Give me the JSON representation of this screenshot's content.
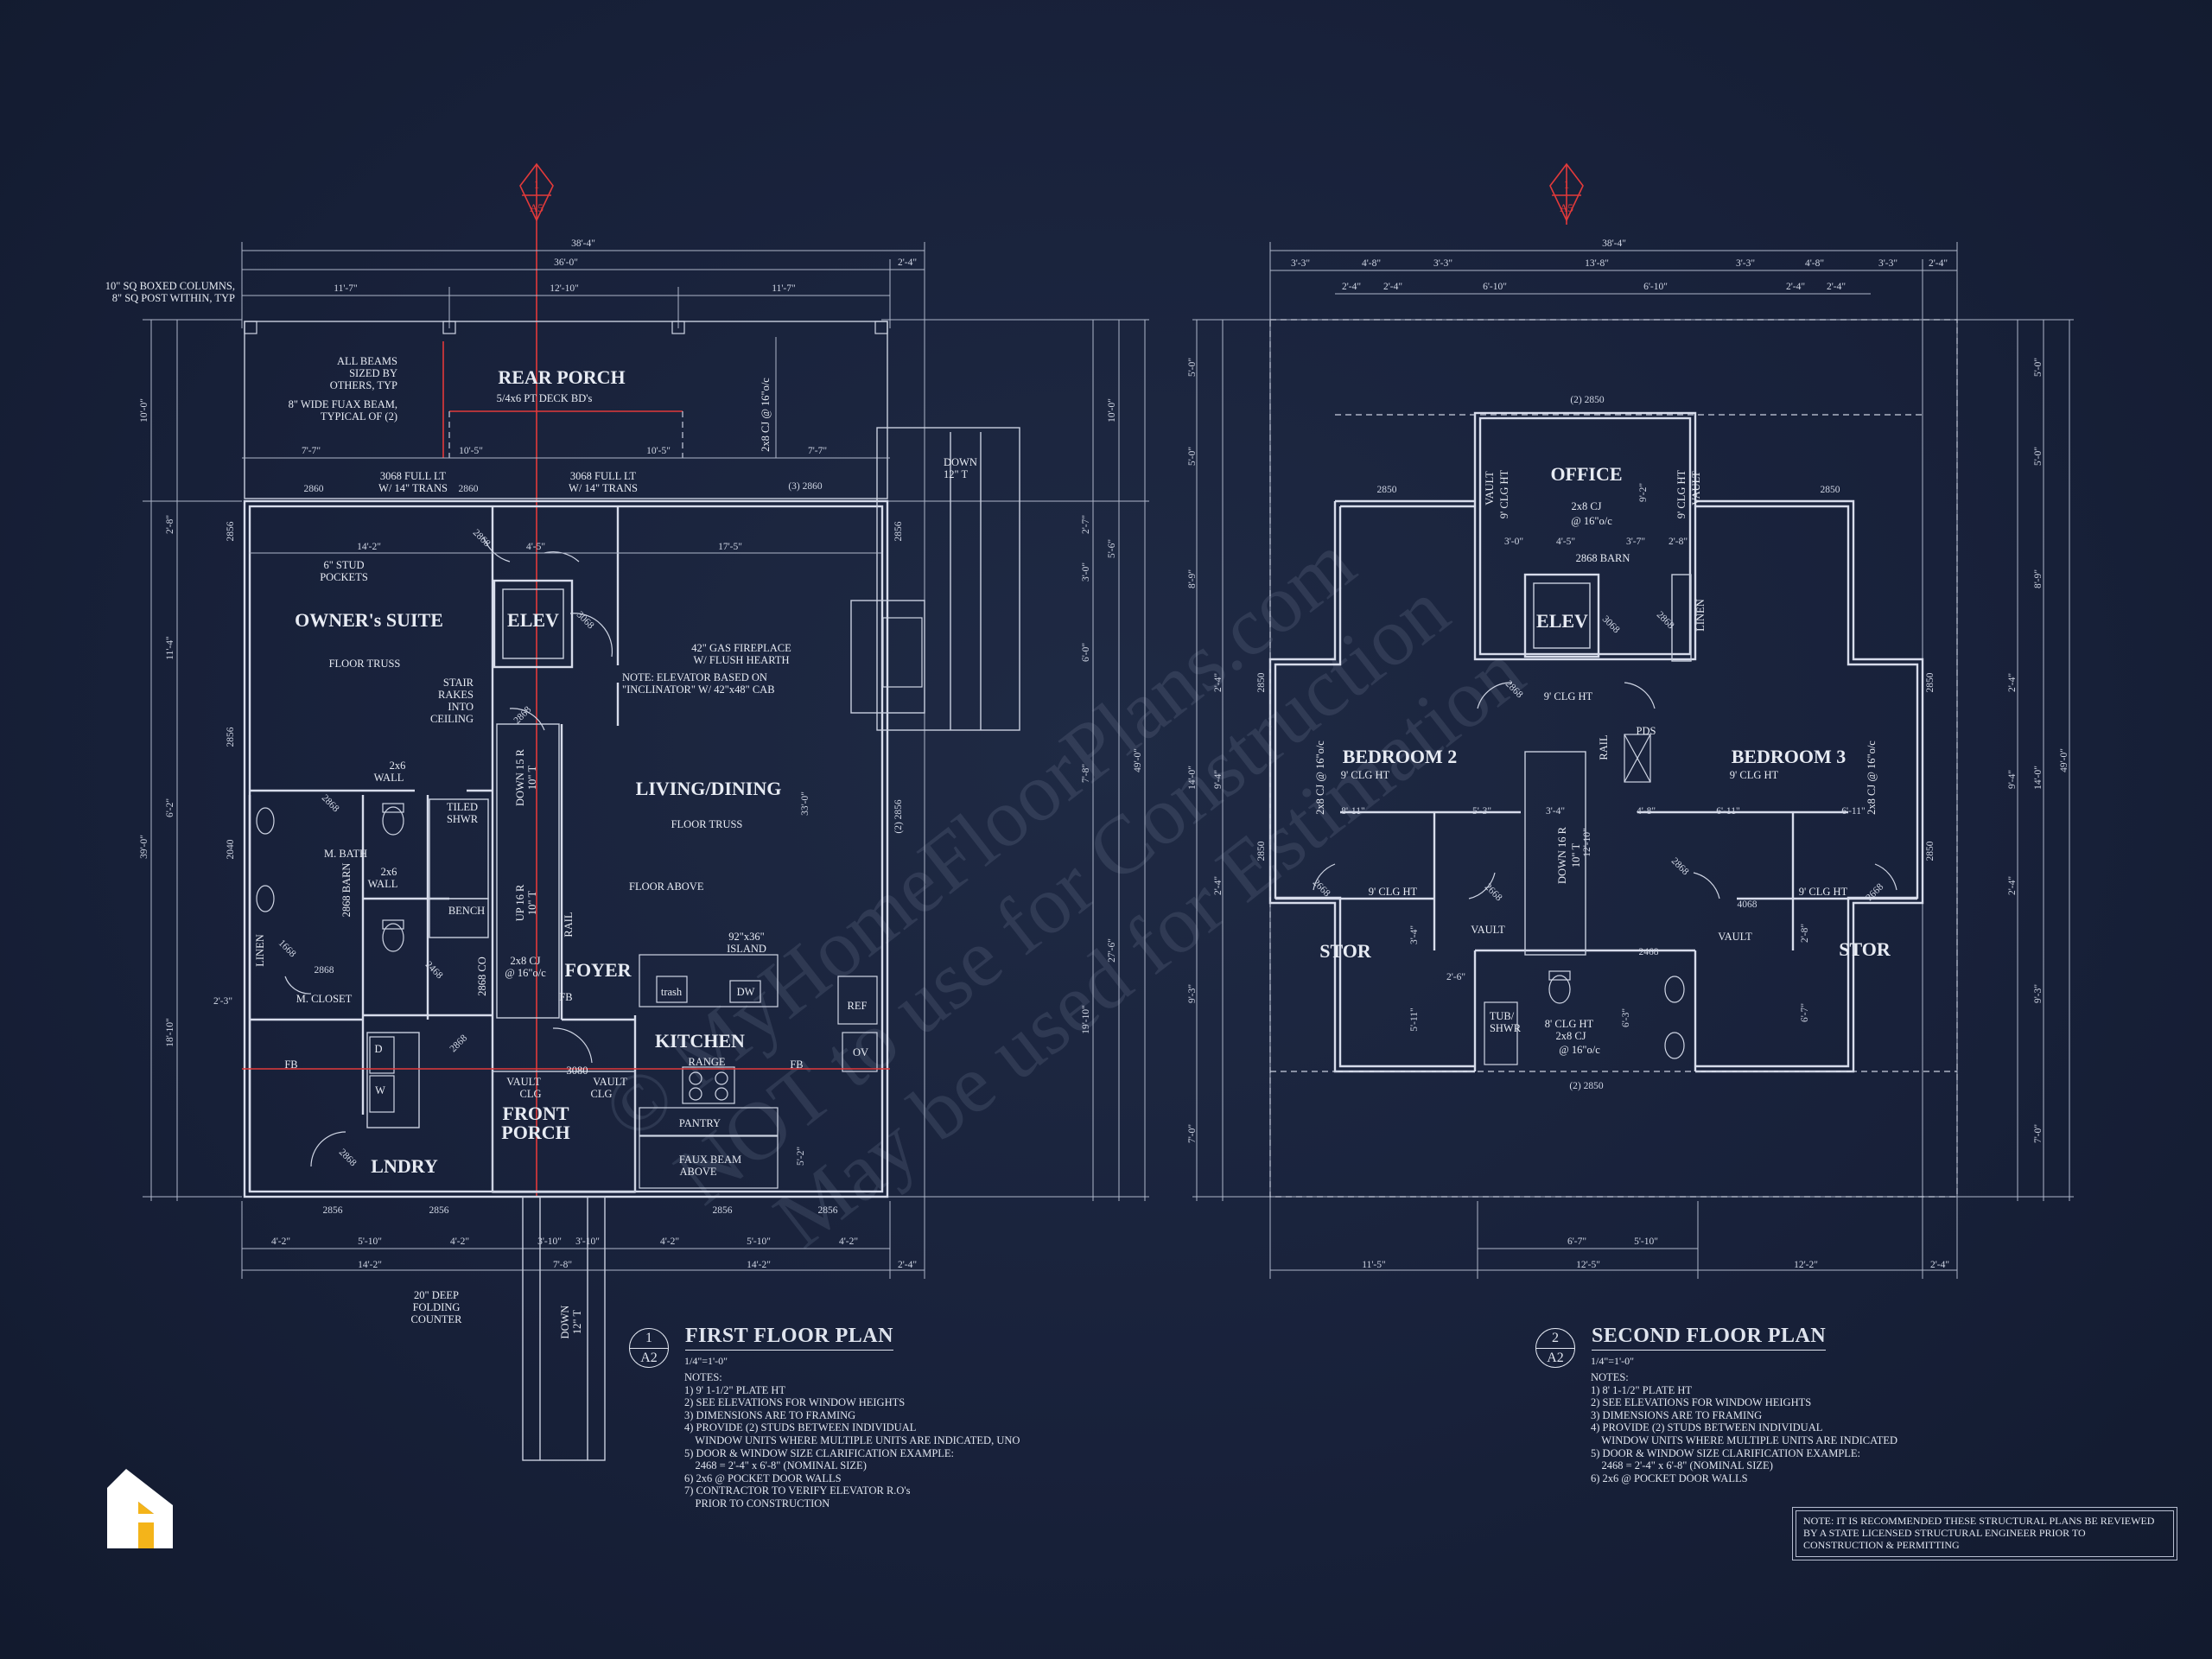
{
  "plans": {
    "first": {
      "section_marker": {
        "num": "1",
        "sheet": "A5"
      },
      "overall_width": "38'-4\"",
      "top_dims": [
        "36'-0\"",
        "2'-4\"",
        "11'-7\"",
        "12'-10\"",
        "11'-7\""
      ],
      "porch_dims": [
        "7'-7\"",
        "10'-5\"",
        "10'-5\"",
        "7'-7\""
      ],
      "bottom_dims_row1": [
        "4'-2\"",
        "5'-10\"",
        "4'-2\"",
        "3'-10\"",
        "3'-10\"",
        "4'-2\"",
        "5'-10\"",
        "4'-2\""
      ],
      "bottom_dims_row2": [
        "14'-2\"",
        "7'-8\"",
        "14'-2\"",
        "2'-4\""
      ],
      "left_dims": [
        "10'-0\"",
        "2'-8\"",
        "11'-4\"",
        "6'-2\"",
        "39'-0\"",
        "18'-10\"",
        "2'-3\""
      ],
      "right_dims": [
        "10'-0\"",
        "2'-7\"",
        "5'-6\"",
        "3'-0\"",
        "6'-0\"",
        "7'-8\"",
        "33'-0\"",
        "49'-0\"",
        "27'-6\"",
        "19'-10\"",
        "5'-2\""
      ],
      "rooms": {
        "rear_porch": "REAR PORCH",
        "owners_suite": "OWNER's SUITE",
        "elev": "ELEV",
        "living": "LIVING/DINING",
        "foyer": "FOYER",
        "kitchen": "KITCHEN",
        "front_porch_1": "FRONT",
        "front_porch_2": "PORCH",
        "lndry": "LNDRY"
      },
      "notes_plan": {
        "columns_1": "10\" SQ BOXED COLUMNS,",
        "columns_2": "8\" SQ POST WITHIN, TYP",
        "beams_1": "ALL BEAMS",
        "beams_2": "SIZED BY",
        "beams_3": "OTHERS, TYP",
        "fuax_1": "8\" WIDE FUAX BEAM,",
        "fuax_2": "TYPICAL OF (2)",
        "deck": "5/4x6 PT DECK BD's",
        "cj_rear": "2x8 CJ @ 16\"o/c",
        "door_3068_1": "3068 FULL LT",
        "door_3068_2": "W/ 14\" TRANS",
        "door_3068b_1": "3068 FULL LT",
        "door_3068b_2": "W/ 14\" TRANS",
        "w2860a": "2860",
        "w2860b": "2860",
        "w2860c": "(3) 2860",
        "down_rear_1": "DOWN",
        "down_rear_2": "12\" T",
        "dim_14_2": "14'-2\"",
        "dim_4_5": "4'-5\"",
        "dim_17_5": "17'-5\"",
        "stud_1": "6\" STUD",
        "stud_2": "POCKETS",
        "floor_truss_a": "FLOOR TRUSS",
        "stair_1": "STAIR",
        "stair_2": "RAKES",
        "stair_3": "INTO",
        "stair_4": "CEILING",
        "fireplace_1": "42\" GAS FIREPLACE",
        "fireplace_2": "W/ FLUSH HEARTH",
        "elev_note_1": "NOTE: ELEVATOR BASED ON",
        "elev_note_2": "\"INCLINATOR\" W/ 42\"x48\" CAB",
        "wall2x6_1": "2x6",
        "wall2x6_2": "WALL",
        "tiled_1": "TILED",
        "tiled_2": "SHWR",
        "mbath": "M. BATH",
        "barn": "2868 BARN",
        "wall2x6b_1": "2x6",
        "wall2x6b_2": "WALL",
        "bench": "BENCH",
        "linen": "LINEN",
        "mcloset": "M. CLOSET",
        "co": "2868 CO",
        "cj_foyer_1": "2x8 CJ",
        "cj_foyer_2": "@ 16\"o/c",
        "floor_truss_b": "FLOOR TRUSS",
        "floor_above": "FLOOR ABOVE",
        "down15_1": "DOWN 15 R",
        "down15_2": "10\" T",
        "up16_1": "UP 16 R",
        "up16_2": "10\" T",
        "rail": "RAIL",
        "island_1": "92\"x36\"",
        "island_2": "ISLAND",
        "trash": "trash",
        "dw": "DW",
        "ref": "REF",
        "ov": "OV",
        "range": "RANGE",
        "pantry": "PANTRY",
        "faux_1": "FAUX BEAM",
        "faux_2": "ABOVE",
        "vault_1": "VAULT",
        "vault_2": "CLG",
        "vault_3": "VAULT",
        "vault_4": "CLG",
        "door_3080": "3080",
        "fb": "FB",
        "fb2": "FB",
        "fb3": "FB",
        "d": "D",
        "w": "W",
        "counter_1": "20\" DEEP",
        "counter_2": "FOLDING",
        "counter_3": "COUNTER",
        "down_front_1": "DOWN",
        "down_front_2": "12\" T",
        "w2856a": "2856",
        "w2856b": "2856",
        "w2856c": "2856",
        "w2856d": "2856",
        "w2856e": "2856",
        "w2856f": "2856",
        "w2856g": "(2) 2856",
        "w2040": "2040",
        "d2868a": "2868",
        "d2868b": "2868",
        "d2868c": "2868",
        "d2868d": "2868",
        "d2868e": "2868",
        "d3068": "3068",
        "d2468": "2468",
        "d1668": "1668",
        "d2868f": "2868"
      }
    },
    "second": {
      "section_marker": {
        "num": "1",
        "sheet": "A5"
      },
      "overall_width": "38'-4\"",
      "top_dims_row1": [
        "3'-3\"",
        "4'-8\"",
        "3'-3\"",
        "13'-8\"",
        "3'-3\"",
        "4'-8\"",
        "3'-3\"",
        "2'-4\""
      ],
      "top_dims_row2": [
        "2'-4\"",
        "2'-4\"",
        "6'-10\"",
        "6'-10\"",
        "2'-4\"",
        "2'-4\""
      ],
      "bottom_dims_row1": [
        "6'-7\"",
        "5'-10\""
      ],
      "bottom_dims_row2": [
        "11'-5\"",
        "12'-5\"",
        "12'-2\"",
        "2'-4\""
      ],
      "left_dims": [
        "5'-0\"",
        "5'-0\"",
        "8'-9\"",
        "2'-4\"",
        "9'-4\"",
        "14'-0\"",
        "2'-4\"",
        "9'-3\"",
        "7'-0\""
      ],
      "right_dims": [
        "5'-0\"",
        "5'-0\"",
        "8'-9\"",
        "2'-4\"",
        "9'-4\"",
        "14'-0\"",
        "49'-0\"",
        "2'-4\"",
        "9'-3\"",
        "7'-0\""
      ],
      "rooms": {
        "office": "OFFICE",
        "elev": "ELEV",
        "bed2": "BEDROOM 2",
        "bed3": "BEDROOM 3",
        "stor_l": "STOR",
        "stor_r": "STOR"
      },
      "notes_plan": {
        "w2850_top": "(2) 2850",
        "w2850a": "2850",
        "w2850b": "2850",
        "w2850c": "2850",
        "w2850d": "2850",
        "w2850e": "2850",
        "w2850f": "2850",
        "w2850_bot": "(2) 2850",
        "cj_office_1": "2x8 CJ",
        "cj_office_2": "@ 16\"o/c",
        "vault_l_1": "VAULT",
        "vault_l_2": "9' CLG HT",
        "vault_r_1": "9' CLG HT",
        "vault_r_2": "VAULT",
        "dim_9_2": "9'-2\"",
        "dim_3_0": "3'-0\"",
        "dim_4_5": "4'-5\"",
        "dim_3_7": "3'-7\"",
        "dim_2_8": "2'-8\"",
        "barn": "2868 BARN",
        "linen": "LINEN",
        "clg_hall": "9' CLG HT",
        "clg_bed2": "9' CLG HT",
        "clg_bed3": "9' CLG HT",
        "cj_bed2": "2x8 CJ @ 16\"o/c",
        "cj_bed3": "2x8 CJ @ 16\"o/c",
        "pds": "PDS",
        "rail": "RAIL",
        "down16_1": "DOWN 16 R",
        "down16_2": "10\" T",
        "dim_8_11a": "8'-11\"",
        "dim_5_3": "5'-3\"",
        "dim_3_4": "3'-4\"",
        "dim_4_8": "4'-8\"",
        "dim_6_11a": "6'-11\"",
        "dim_6_11b": "6'-11\"",
        "dim_12_10": "12'-10\"",
        "clg_stor_l": "9' CLG HT",
        "clg_stor_r": "9' CLG HT",
        "vault_a": "VAULT",
        "vault_b": "VAULT",
        "dim_2_6": "2'-6\"",
        "dim_5_11": "5'-11\"",
        "dim_3_4b": "3'-4\"",
        "dim_6_3": "6'-3\"",
        "dim_6_7": "6'-7\"",
        "dim_2_8b": "2'-8\"",
        "tub_1": "TUB/",
        "tub_2": "SHWR",
        "clg_bath_1": "8' CLG HT",
        "clg_bath_2": "2x8 CJ",
        "clg_bath_3": "@ 16\"o/c",
        "d2668a": "2668",
        "d2668b": "2668",
        "d2668c": "2668",
        "d2868a": "2868",
        "d2868b": "2868",
        "d2868c": "2868",
        "d3068": "3068",
        "d2468": "2468",
        "d4068": "4068"
      }
    }
  },
  "title_blocks": [
    {
      "num": "1",
      "sheet": "A2",
      "title": "FIRST FLOOR PLAN",
      "scale": "1/4\"=1'-0\"",
      "notes": [
        "NOTES:",
        "1) 9' 1-1/2\" PLATE HT",
        "2) SEE ELEVATIONS FOR WINDOW HEIGHTS",
        "3) DIMENSIONS ARE TO FRAMING",
        "4) PROVIDE (2) STUDS BETWEEN INDIVIDUAL",
        "    WINDOW UNITS WHERE MULTIPLE UNITS ARE INDICATED, UNO",
        "5) DOOR & WINDOW SIZE CLARIFICATION EXAMPLE:",
        "    2468 = 2'-4\" x 6'-8\" (NOMINAL SIZE)",
        "6) 2x6 @ POCKET DOOR WALLS",
        "7) CONTRACTOR TO VERIFY ELEVATOR R.O's",
        "    PRIOR TO CONSTRUCTION"
      ]
    },
    {
      "num": "2",
      "sheet": "A2",
      "title": "SECOND FLOOR PLAN",
      "scale": "1/4\"=1'-0\"",
      "notes": [
        "NOTES:",
        "1) 8' 1-1/2\" PLATE HT",
        "2) SEE ELEVATIONS FOR WINDOW HEIGHTS",
        "3) DIMENSIONS ARE TO FRAMING",
        "4) PROVIDE (2) STUDS BETWEEN INDIVIDUAL",
        "    WINDOW UNITS WHERE MULTIPLE UNITS ARE INDICATED",
        "5) DOOR & WINDOW SIZE CLARIFICATION EXAMPLE:",
        "    2468 = 2'-4\" x 6'-8\" (NOMINAL SIZE)",
        "6) 2x6 @ POCKET DOOR WALLS"
      ]
    }
  ],
  "disclaimer": "NOTE: IT IS RECOMMENDED THESE STRUCTURAL PLANS BE REVIEWED BY A STATE LICENSED STRUCTURAL ENGINEER PRIOR TO CONSTRUCTION & PERMITTING",
  "watermark": {
    "line1": "© MyHomeFloorPlans.com",
    "line2": "NOT to use for Construction",
    "line3": "May be used for Estimation"
  },
  "colors": {
    "background": "#18213a",
    "linework": "#d7dceb",
    "section_marker": "#e23a3a",
    "logo_white": "#ffffff",
    "logo_gold": "#f4b41a"
  },
  "icons": {
    "logo": "house-h-logo-icon"
  }
}
